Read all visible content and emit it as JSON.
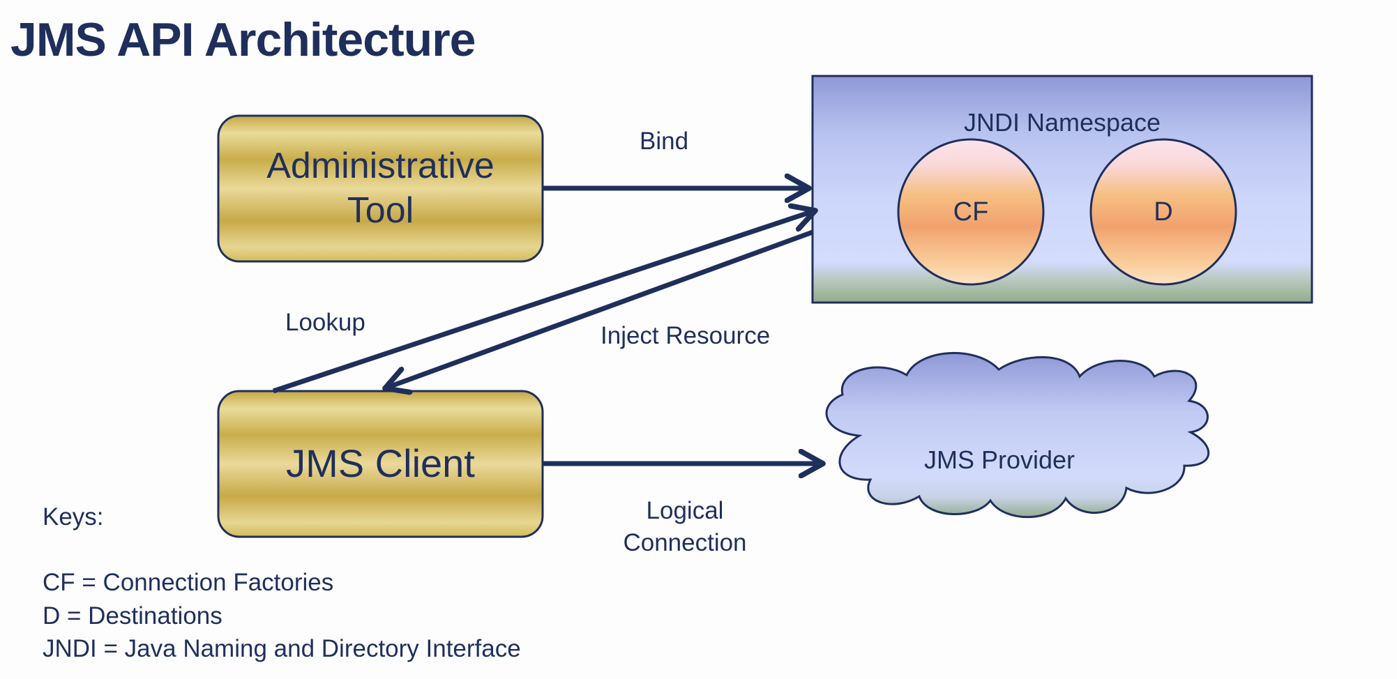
{
  "title": "JMS API Architecture",
  "nodes": {
    "admin_tool": "Administrative\nTool",
    "jms_client": "JMS Client",
    "jndi_namespace": "JNDI Namespace",
    "cf": "CF",
    "d": "D",
    "jms_provider": "JMS Provider"
  },
  "edges": {
    "bind": "Bind",
    "lookup": "Lookup",
    "inject_resource": "Inject Resource",
    "logical_connection": "Logical\nConnection"
  },
  "keys": {
    "heading": "Keys:",
    "items": [
      "CF = Connection Factories",
      "D = Destinations",
      "JNDI = Java Naming and Directory Interface"
    ]
  },
  "colors": {
    "text": "#1f2f5c",
    "arrow": "#1f2f5c",
    "box_gold": "#d4bd5c",
    "jndi_blue": "#c9d3f7",
    "circle_orange": "#f2a774",
    "cloud_blue": "#c5cdf4"
  }
}
